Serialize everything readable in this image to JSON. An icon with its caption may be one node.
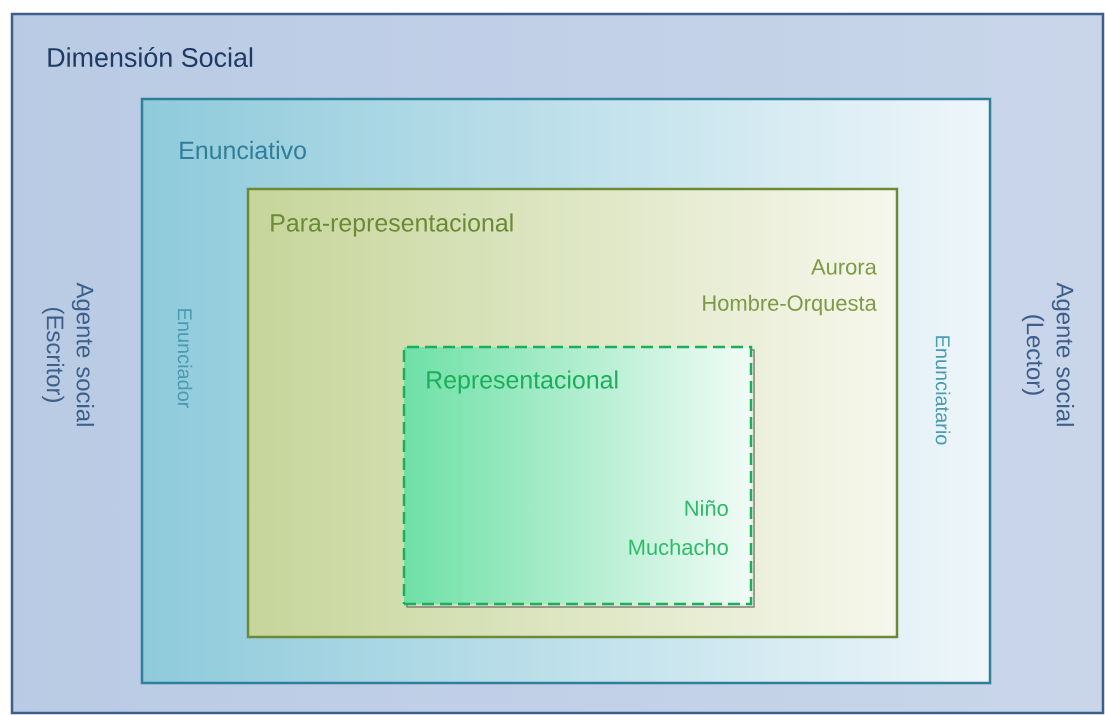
{
  "diagram": {
    "nodes": [
      {
        "text": [
          "Dimensión Social",
          "Agente social (Escritor)",
          "Agente social (Lector)"
        ]
      },
      {
        "text": [
          "Enunciativo",
          "Enunciador",
          "Enunciatario"
        ],
        "in": 0
      },
      {
        "text": [
          "Para-representacional",
          "Aurora",
          "Hombre-Orquesta"
        ],
        "in": 1
      },
      {
        "text": [
          "Representacional",
          "Niño",
          "Muchacho"
        ],
        "in": 2
      }
    ]
  }
}
